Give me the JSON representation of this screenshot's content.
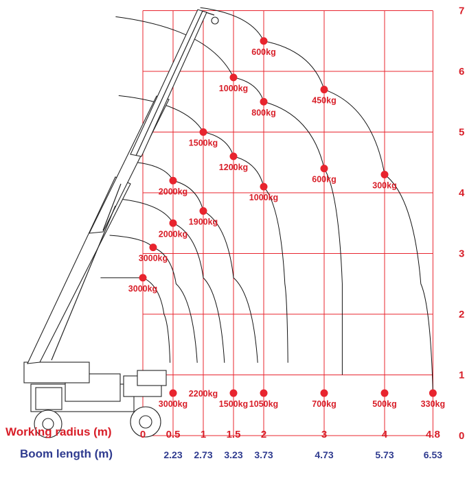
{
  "chart_data": {
    "type": "scatter",
    "x_axis_title": "Working radius (m)",
    "boom_row_title": "Boom length (m)",
    "x_tick_labels": [
      "0",
      "0.5",
      "1",
      "1.5",
      "2",
      "3",
      "4",
      "4.8"
    ],
    "boom_length_labels": [
      {
        "radius": 0.5,
        "label": "2.23"
      },
      {
        "radius": 1,
        "label": "2.73"
      },
      {
        "radius": 1.5,
        "label": "3.23"
      },
      {
        "radius": 2,
        "label": "3.73"
      },
      {
        "radius": 3,
        "label": "4.73"
      },
      {
        "radius": 4,
        "label": "5.73"
      },
      {
        "radius": 4.8,
        "label": "6.53"
      }
    ],
    "y_tick_labels": [
      "0",
      "1",
      "2",
      "3",
      "4",
      "5",
      "6",
      "7"
    ],
    "xlim": [
      0,
      5
    ],
    "ylim": [
      0,
      7
    ],
    "grid": true,
    "grid_x": [
      0,
      0.5,
      1,
      1.5,
      2,
      3,
      4,
      4.8
    ],
    "grid_y": [
      1,
      2,
      3,
      4,
      5,
      6,
      7
    ],
    "points": [
      {
        "x": 0.5,
        "y": 0.7,
        "label": "3000kg"
      },
      {
        "x": 1.5,
        "y": 0.7,
        "label": "1500kg"
      },
      {
        "x": 2,
        "y": 0.7,
        "label": "1050kg"
      },
      {
        "x": 3,
        "y": 0.7,
        "label": "700kg"
      },
      {
        "x": 4,
        "y": 0.7,
        "label": "500kg"
      },
      {
        "x": 4.8,
        "y": 0.7,
        "label": "330kg"
      },
      {
        "x": 0,
        "y": 2.6,
        "label": "3000kg"
      },
      {
        "x": 0.17,
        "y": 3.1,
        "label": "3000kg"
      },
      {
        "x": 0.5,
        "y": 3.5,
        "label": "2000kg"
      },
      {
        "x": 0.5,
        "y": 4.2,
        "label": "2000kg"
      },
      {
        "x": 1,
        "y": 3.7,
        "label": "1900kg"
      },
      {
        "x": 1,
        "y": 5.0,
        "label": "1500kg"
      },
      {
        "x": 1.5,
        "y": 4.6,
        "label": "1200kg"
      },
      {
        "x": 1.5,
        "y": 5.9,
        "label": "1000kg"
      },
      {
        "x": 2,
        "y": 4.1,
        "label": "1000kg"
      },
      {
        "x": 2,
        "y": 5.5,
        "label": "800kg"
      },
      {
        "x": 2,
        "y": 6.5,
        "label": "600kg"
      },
      {
        "x": 3,
        "y": 5.7,
        "label": "450kg"
      },
      {
        "x": 3,
        "y": 4.4,
        "label": "600kg"
      },
      {
        "x": 4,
        "y": 4.3,
        "label": "300kg"
      }
    ],
    "extra_labels": [
      {
        "x": 1,
        "y": 0.85,
        "label": "2200kg"
      }
    ],
    "colors": {
      "grid": "#e8242e",
      "points": "#e8242e",
      "axis_text": "#d81e28",
      "boom_text": "#2f3b8f",
      "curves": "#111111"
    }
  }
}
